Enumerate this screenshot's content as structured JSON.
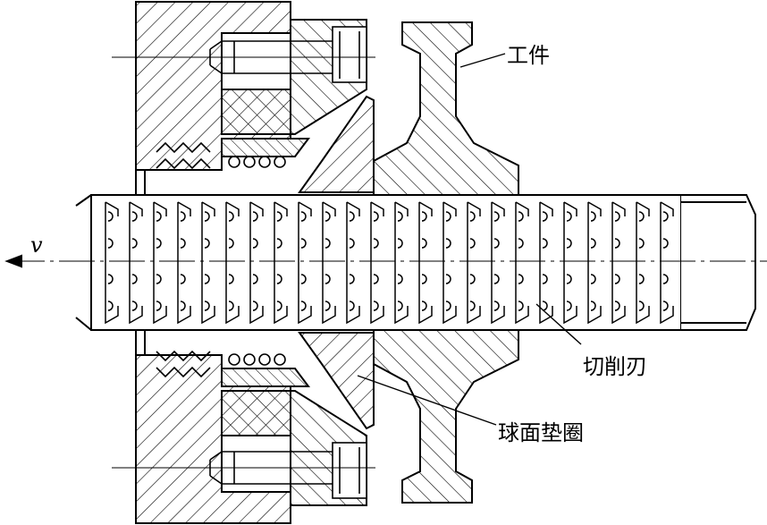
{
  "diagram": {
    "labels": {
      "workpiece": "工件",
      "cutting_edge": "切削刃",
      "spherical_washer": "球面垫圈",
      "velocity_symbol": "v"
    },
    "colors": {
      "line": "#000000",
      "background": "#ffffff"
    }
  }
}
